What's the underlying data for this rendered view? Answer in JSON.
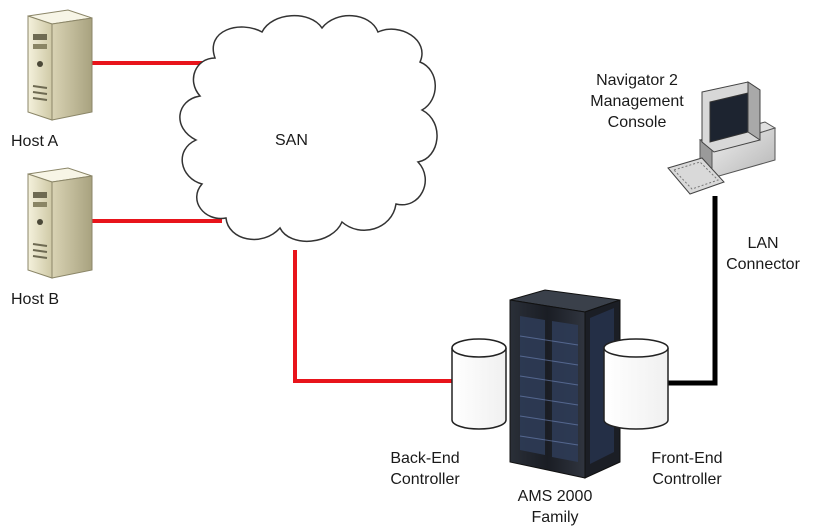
{
  "labels": {
    "host_a": "Host A",
    "host_b": "Host B",
    "san": "SAN",
    "console_line1": "Navigator 2",
    "console_line2": "Management",
    "console_line3": "Console",
    "lan_line1": "LAN",
    "lan_line2": "Connector",
    "backend_line1": "Back-End",
    "backend_line2": "Controller",
    "frontend_line1": "Front-End",
    "frontend_line2": "Controller",
    "storage_line1": "AMS 2000",
    "storage_line2": "Family"
  },
  "colors": {
    "san_link": "#e8141b",
    "lan_link": "#000000",
    "cloud_stroke": "#333333",
    "server_body": "#e9e4c8"
  },
  "icons": [
    "server-icon",
    "cloud-icon",
    "workstation-icon",
    "storage-array-icon",
    "disk-cylinder-icon"
  ]
}
